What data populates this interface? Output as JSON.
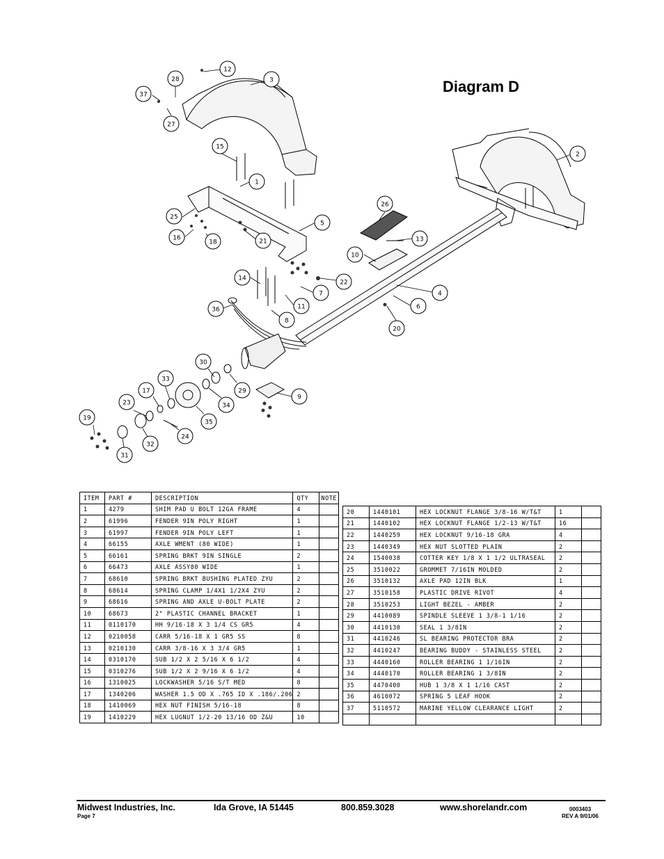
{
  "diagram": {
    "title": "Diagram D",
    "callouts": [
      "12",
      "28",
      "3",
      "37",
      "27",
      "15",
      "1",
      "2",
      "25",
      "5",
      "16",
      "18",
      "21",
      "26",
      "13",
      "10",
      "14",
      "22",
      "7",
      "11",
      "4",
      "36",
      "6",
      "8",
      "20",
      "30",
      "9",
      "33",
      "17",
      "29",
      "23",
      "34",
      "19",
      "35",
      "24",
      "32",
      "31"
    ]
  },
  "parts_table_left": {
    "headers": [
      "ITEM",
      "PART #",
      "DESCRIPTION",
      "QTY",
      "NOTE"
    ],
    "rows": [
      [
        "1",
        "4279",
        "SHIM PAD   U BOLT 12GA FRAME",
        "4",
        ""
      ],
      [
        "2",
        "61996",
        "FENDER  9IN POLY RIGHT",
        "1",
        ""
      ],
      [
        "3",
        "61997",
        "FENDER  9IN POLY LEFT",
        "1",
        ""
      ],
      [
        "4",
        "66155",
        "AXLE WMENT (80 WIDE)",
        "1",
        ""
      ],
      [
        "5",
        "66161",
        "SPRING BRKT   9IN SINGLE",
        "2",
        ""
      ],
      [
        "6",
        "66473",
        "AXLE ASSY80 WIDE",
        "1",
        ""
      ],
      [
        "7",
        "68610",
        "SPRING BRKT BUSHING PLATED ZYU",
        "2",
        ""
      ],
      [
        "8",
        "68614",
        "SPRING CLAMP   1/4X1 1/2X4  ZYU",
        "2",
        ""
      ],
      [
        "9",
        "68616",
        "SPRING AND AXLE U-BOLT PLATE",
        "2",
        ""
      ],
      [
        "10",
        "68673",
        "2\" PLASTIC CHANNEL BRACKET",
        "1",
        ""
      ],
      [
        "11",
        "0110170",
        "HH 9/16-18 X 3 1/4 CS GR5",
        "4",
        ""
      ],
      [
        "12",
        "0210058",
        "CARR 5/16-18 X 1 GR5 SS",
        "8",
        ""
      ],
      [
        "13",
        "0210130",
        "CARR 3/8-16 X 3 3/4 GR5",
        "1",
        ""
      ],
      [
        "14",
        "0310170",
        "SUB 1/2 X 2 5/16 X 6 1/2",
        "4",
        ""
      ],
      [
        "15",
        "0310276",
        "SUB 1/2 X 2 9/16 X 6 1/2",
        "4",
        ""
      ],
      [
        "16",
        "1310025",
        "LOCKWASHER 5/16 S/T MED",
        "8",
        ""
      ],
      [
        "17",
        "1340206",
        "WASHER 1.5 OD X .765 ID X .186/.206",
        "2",
        ""
      ],
      [
        "18",
        "1410069",
        "HEX NUT FINISH 5/16-18",
        "8",
        ""
      ],
      [
        "19",
        "1410229",
        "HEX LUGNUT 1/2-20 13/16 OD Z&U",
        "10",
        ""
      ]
    ]
  },
  "parts_table_right": {
    "rows": [
      [
        "20",
        "1440101",
        "HEX LOCKNUT FLANGE 3/8-16 W/T&T",
        "1",
        ""
      ],
      [
        "21",
        "1440102",
        "HEX LOCKNUT FLANGE 1/2-13 W/T&T",
        "16",
        ""
      ],
      [
        "22",
        "1440259",
        "HEX LOCKNUT 9/16-18 GRA",
        "4",
        ""
      ],
      [
        "23",
        "1440349",
        "HEX NUT SLOTTED PLAIN",
        "2",
        ""
      ],
      [
        "24",
        "1540038",
        "COTTER KEY 1/8 X 1 1/2 ULTRASEAL",
        "2",
        ""
      ],
      [
        "25",
        "3510022",
        "GROMMET  7/16IN MOLDED",
        "2",
        ""
      ],
      [
        "26",
        "3510132",
        "AXLE PAD 12IN  BLK",
        "1",
        ""
      ],
      [
        "27",
        "3510158",
        "PLASTIC DRIVE RIVOT",
        "4",
        ""
      ],
      [
        "28",
        "3510253",
        "LIGHT BEZEL - AMBER",
        "2",
        ""
      ],
      [
        "29",
        "4410089",
        "SPINDLE SLEEVE  1 3/8-1 1/16",
        "2",
        ""
      ],
      [
        "30",
        "4410130",
        "SEAL  1 3/8IN",
        "2",
        ""
      ],
      [
        "31",
        "4410246",
        "SL BEARING PROTECTOR BRA",
        "2",
        ""
      ],
      [
        "32",
        "4410247",
        "BEARING BUDDY - STAINLESS STEEL",
        "2",
        ""
      ],
      [
        "33",
        "4440160",
        "ROLLER BEARING   1 1/16IN",
        "2",
        ""
      ],
      [
        "34",
        "4440170",
        "ROLLER BEARING   1 3/8IN",
        "2",
        ""
      ],
      [
        "35",
        "4470400",
        "HUB   1 3/8 X 1 1/16 CAST",
        "2",
        ""
      ],
      [
        "36",
        "4610072",
        "SPRING  5 LEAF HOOK",
        "2",
        ""
      ],
      [
        "37",
        "5110572",
        "MARINE YELLOW CLEARANCE LIGHT",
        "2",
        ""
      ],
      [
        "",
        "",
        "",
        "",
        ""
      ]
    ]
  },
  "footer": {
    "company": "Midwest Industries, Inc.",
    "location": "Ida Grove, IA  51445",
    "phone": "800.859.3028",
    "website": "www.shorelandr.com",
    "page": "Page 7",
    "doc_number": "0003403",
    "revision": "REV A  9/01/06"
  }
}
